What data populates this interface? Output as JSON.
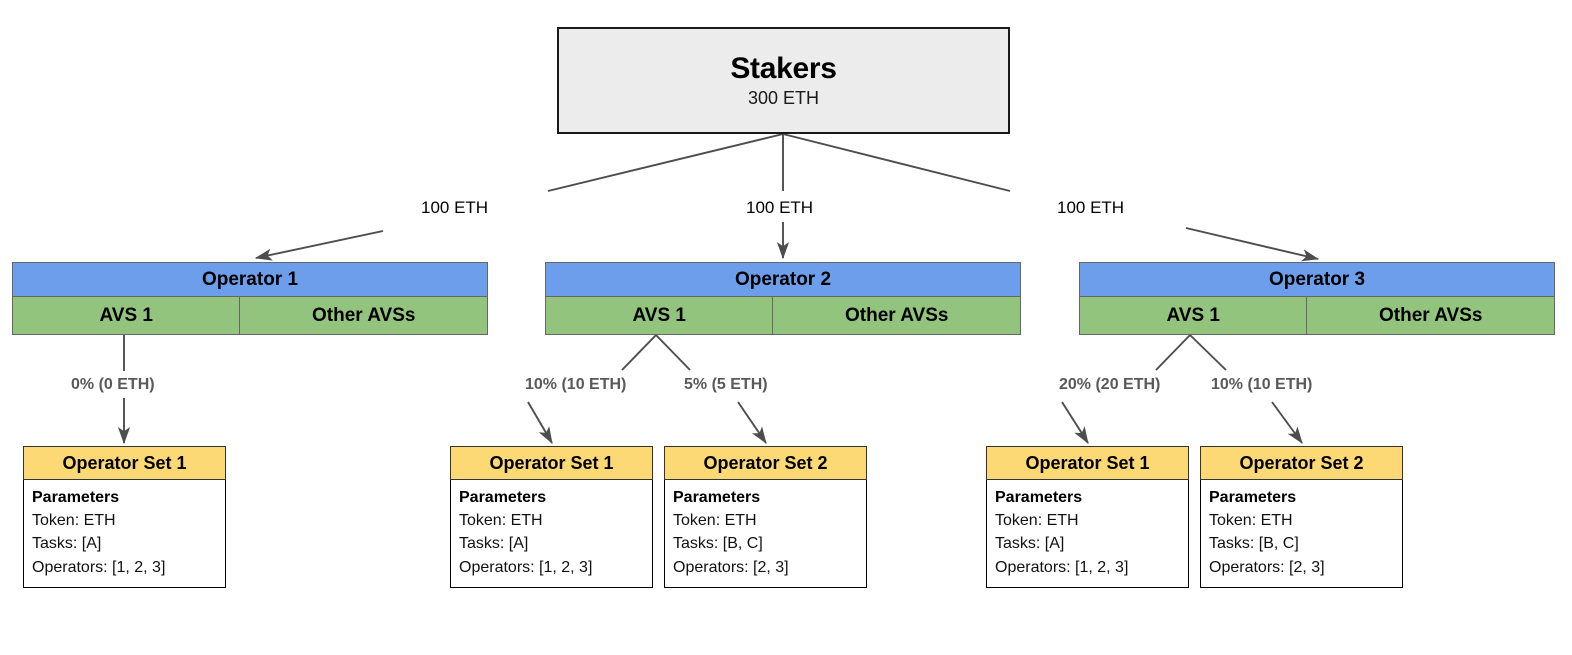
{
  "diagram": {
    "title": "EigenLayer operator set delegation diagram",
    "colors": {
      "operator_header": "#6d9eeb",
      "avs_cell": "#93c47d",
      "operator_set_header": "#fcd975",
      "stakers_fill": "#ececec",
      "edge_stroke": "#4d4d4d",
      "pct_label": "#595959"
    },
    "stakers": {
      "title": "Stakers",
      "amount": "300 ETH"
    },
    "stake_edges": [
      {
        "label": "100 ETH"
      },
      {
        "label": "100 ETH"
      },
      {
        "label": "100 ETH"
      }
    ],
    "operators": [
      {
        "name": "Operator 1",
        "avs_primary": "AVS 1",
        "avs_other": "Other AVSs",
        "allocations": [
          {
            "label": "0% (0 ETH)"
          }
        ],
        "operator_sets": [
          {
            "title": "Operator Set 1",
            "params_title": "Parameters",
            "token": "Token: ETH",
            "tasks": "Tasks: [A]",
            "operators": "Operators: [1, 2, 3]"
          }
        ]
      },
      {
        "name": "Operator 2",
        "avs_primary": "AVS 1",
        "avs_other": "Other AVSs",
        "allocations": [
          {
            "label": "10% (10 ETH)"
          },
          {
            "label": "5% (5 ETH)"
          }
        ],
        "operator_sets": [
          {
            "title": "Operator Set 1",
            "params_title": "Parameters",
            "token": "Token: ETH",
            "tasks": "Tasks: [A]",
            "operators": "Operators: [1, 2, 3]"
          },
          {
            "title": "Operator Set 2",
            "params_title": "Parameters",
            "token": "Token: ETH",
            "tasks": "Tasks: [B, C]",
            "operators": "Operators: [2, 3]"
          }
        ]
      },
      {
        "name": "Operator 3",
        "avs_primary": "AVS 1",
        "avs_other": "Other AVSs",
        "allocations": [
          {
            "label": "20% (20 ETH)"
          },
          {
            "label": "10% (10 ETH)"
          }
        ],
        "operator_sets": [
          {
            "title": "Operator Set 1",
            "params_title": "Parameters",
            "token": "Token: ETH",
            "tasks": "Tasks: [A]",
            "operators": "Operators: [1, 2, 3]"
          },
          {
            "title": "Operator Set 2",
            "params_title": "Parameters",
            "token": "Token: ETH",
            "tasks": "Tasks: [B, C]",
            "operators": "Operators: [2, 3]"
          }
        ]
      }
    ]
  }
}
